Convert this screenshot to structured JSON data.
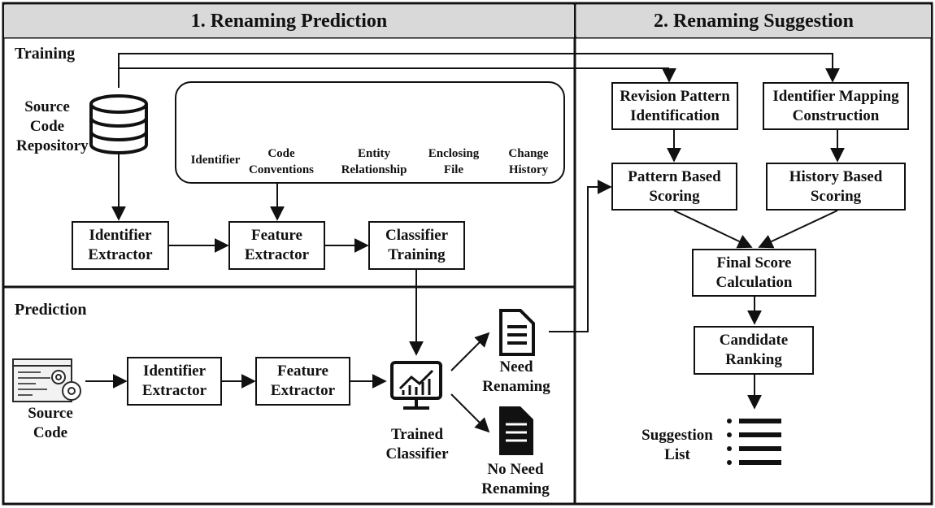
{
  "headers": {
    "prediction": "1. Renaming Prediction",
    "suggestion": "2. Renaming Suggestion"
  },
  "sections": {
    "training": "Training",
    "prediction": "Prediction"
  },
  "training": {
    "repository_label": "Source\nCode\nRepository",
    "identifier_extractor": "Identifier\nExtractor",
    "feature_extractor": "Feature\nExtractor",
    "classifier_training": "Classifier\nTraining",
    "features": [
      {
        "icon": "identifier-icon",
        "label": "Identifier"
      },
      {
        "icon": "code-conventions-icon",
        "label": "Code\nConventions"
      },
      {
        "icon": "entity-relationship-icon",
        "label": "Entity\nRelationship"
      },
      {
        "icon": "enclosing-file-icon",
        "label": "Enclosing\nFile"
      },
      {
        "icon": "change-history-icon",
        "label": "Change\nHistory"
      }
    ]
  },
  "prediction": {
    "source_code_label": "Source\nCode",
    "identifier_extractor": "Identifier\nExtractor",
    "feature_extractor": "Feature\nExtractor",
    "trained_classifier_label": "Trained\nClassifier",
    "need_renaming": "Need\nRenaming",
    "no_need_renaming": "No Need\nRenaming"
  },
  "suggestion": {
    "revision_pattern": "Revision Pattern\nIdentification",
    "identifier_mapping": "Identifier Mapping\nConstruction",
    "pattern_scoring": "Pattern Based\nScoring",
    "history_scoring": "History Based\nScoring",
    "final_score": "Final Score\nCalculation",
    "candidate_ranking": "Candidate\nRanking",
    "suggestion_list": "Suggestion\nList"
  },
  "colors": {
    "header_bg": "#d9d9d9",
    "line": "#111111",
    "relationship_icon": "#1f3a7a"
  }
}
